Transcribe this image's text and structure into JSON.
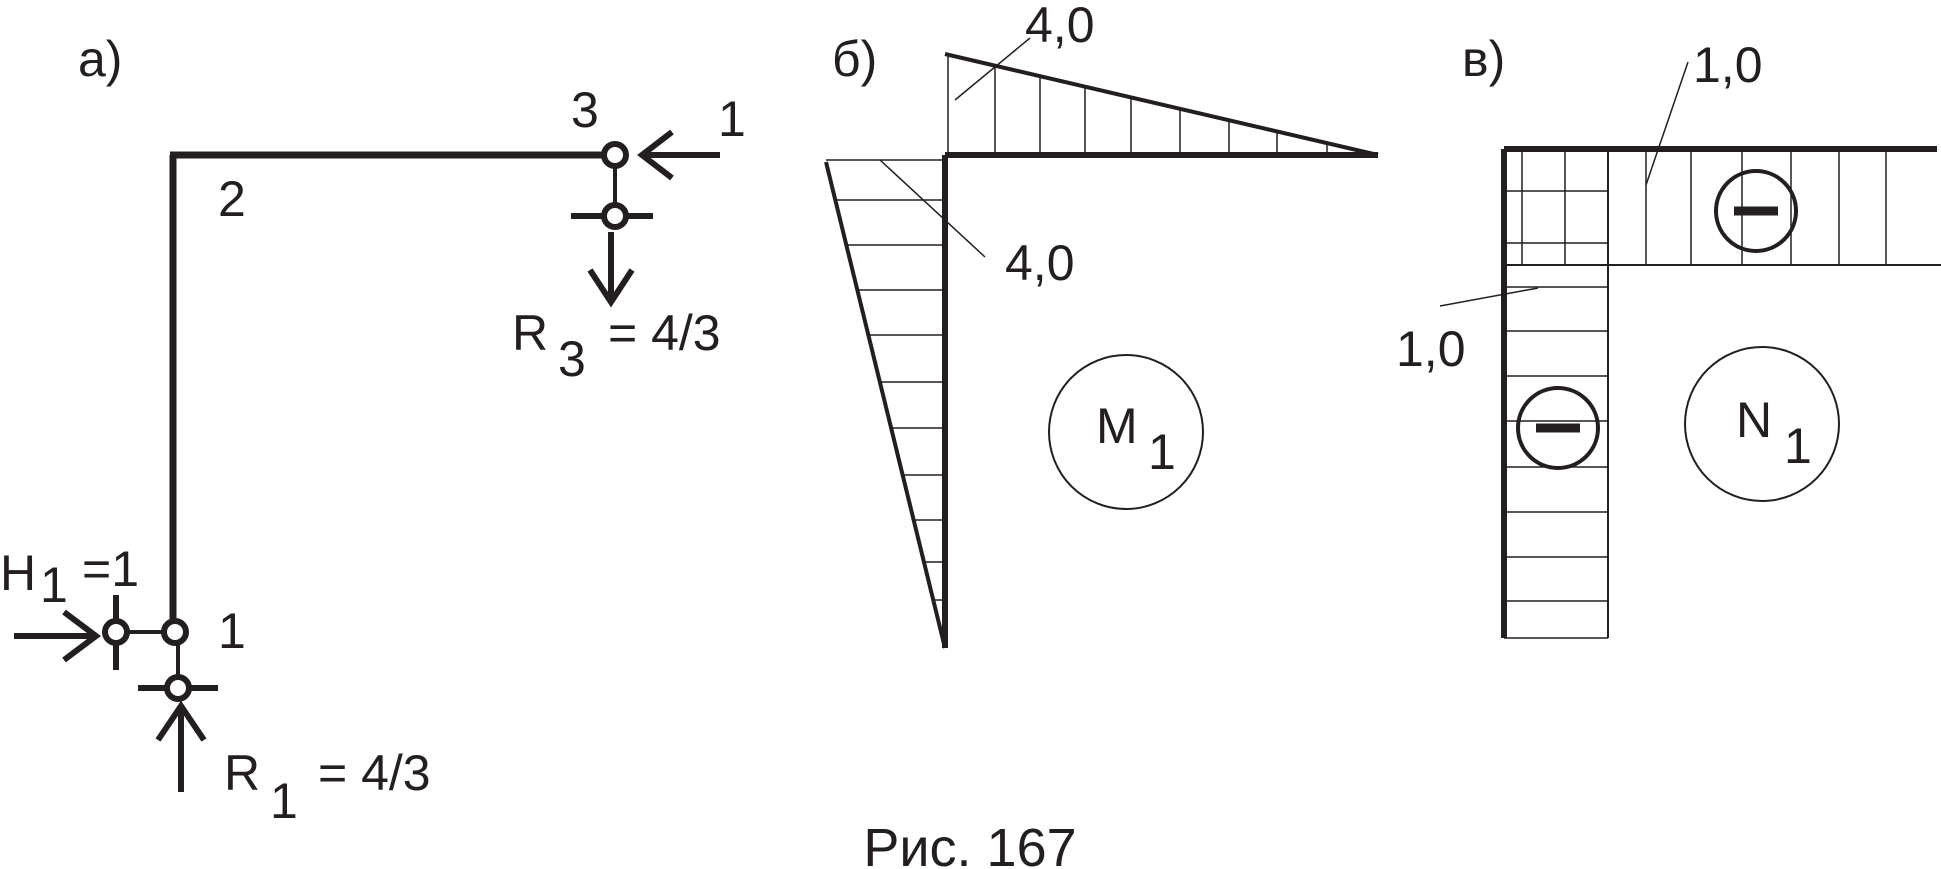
{
  "panels": {
    "a": "а)",
    "b": "б)",
    "v": "в)"
  },
  "frame": {
    "node_1": "1",
    "node_2": "2",
    "node_3": "3",
    "force_label": "1",
    "H1": {
      "main": "H",
      "sub": "1",
      "rest": "=1"
    },
    "R1": {
      "main": "R",
      "sub": "1",
      "rest": "= 4/3"
    },
    "R3": {
      "main": "R",
      "sub": "3",
      "rest": "= 4/3"
    }
  },
  "moment_diagram": {
    "value_top": "4,0",
    "value_left": "4,0",
    "name": {
      "main": "M",
      "sub": "1"
    }
  },
  "axial_diagram": {
    "value_top": "1,0",
    "value_left": "1,0",
    "sign_beam": "−",
    "sign_column": "−",
    "name": {
      "main": "N",
      "sub": "1"
    }
  },
  "caption": "Рис. 167"
}
